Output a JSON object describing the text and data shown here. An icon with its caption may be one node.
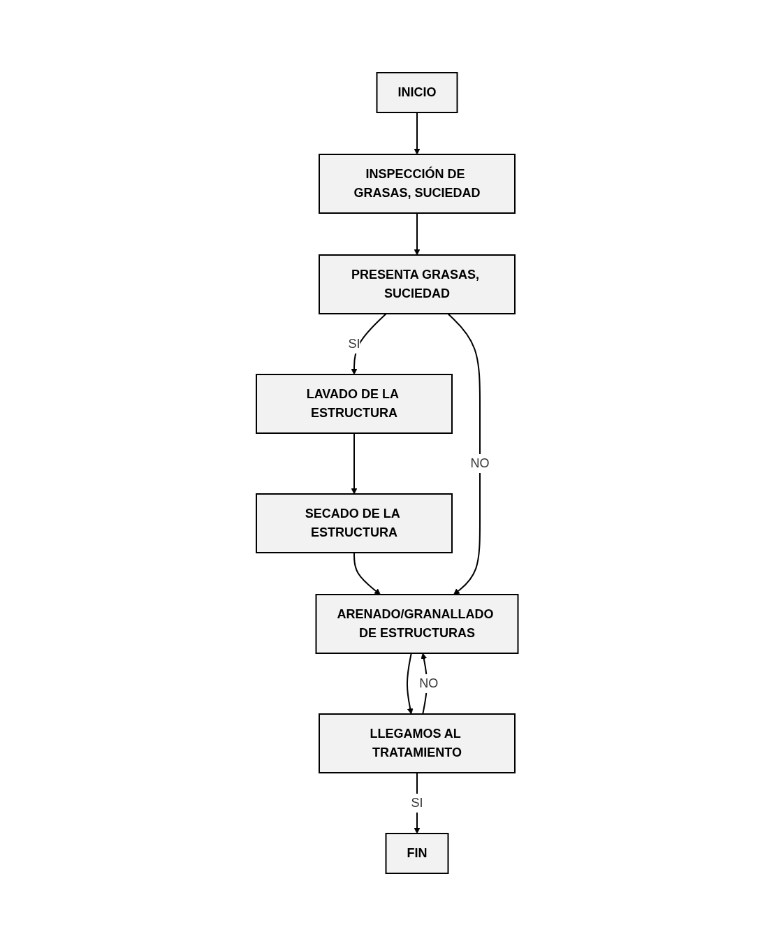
{
  "diagram": {
    "nodes": [
      {
        "text": [
          "INICIO"
        ]
      },
      {
        "text": [
          "INSPECCIÓN DE GRASAS, SUCIEDAD"
        ]
      },
      {
        "text": [
          "PRESENTA GRASAS, SUCIEDAD"
        ]
      },
      {
        "text": [
          "LAVADO DE LA ESTRUCTURA"
        ]
      },
      {
        "text": [
          "SECADO DE LA ESTRUCTURA"
        ]
      },
      {
        "text": [
          "ARENADO/GRANALLADO DE ESTRUCTURAS"
        ]
      },
      {
        "text": [
          "LLEGAMOS AL TRATAMIENTO"
        ]
      },
      {
        "text": [
          "FIN"
        ]
      }
    ],
    "edges": [
      {
        "from": 0,
        "to": 1,
        "arrow": "to"
      },
      {
        "from": 1,
        "to": 2,
        "arrow": "to"
      },
      {
        "from": 2,
        "to": 3,
        "arrow": "to",
        "label": "SI"
      },
      {
        "from": 3,
        "to": 4,
        "arrow": "to"
      },
      {
        "from": 4,
        "to": 5,
        "arrow": "to"
      },
      {
        "from": 2,
        "to": 5,
        "arrow": "to",
        "label": "NO"
      },
      {
        "from": 5,
        "to": 6,
        "arrow": "to"
      },
      {
        "from": 6,
        "to": 5,
        "arrow": "to",
        "label": "NO"
      },
      {
        "from": 6,
        "to": 7,
        "arrow": "to",
        "label": "SI"
      }
    ]
  }
}
